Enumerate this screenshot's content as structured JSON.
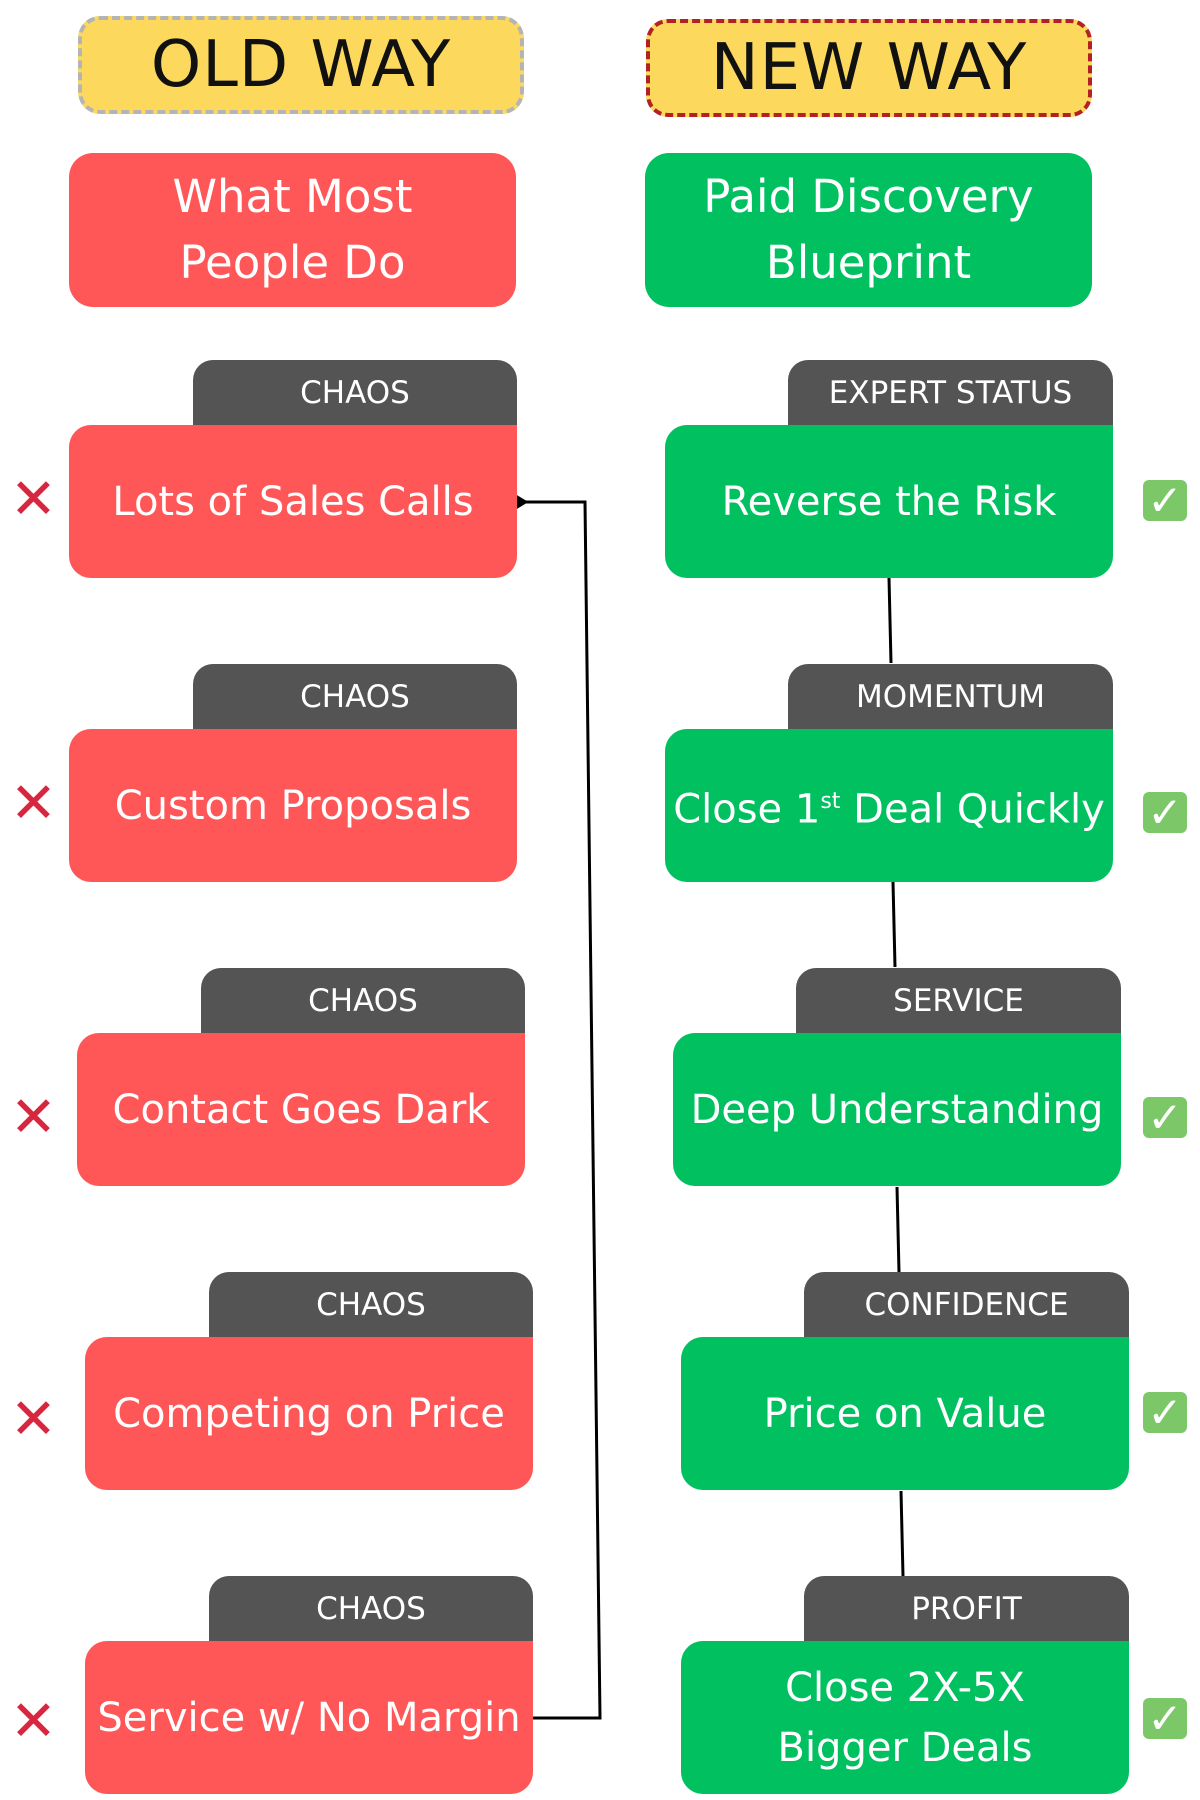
{
  "old": {
    "header": "OLD WAY",
    "title": "What Most\nPeople Do",
    "items": [
      {
        "tag": "CHAOS",
        "label": "Lots of Sales Calls"
      },
      {
        "tag": "CHAOS",
        "label": "Custom Proposals"
      },
      {
        "tag": "CHAOS",
        "label": "Contact Goes Dark"
      },
      {
        "tag": "CHAOS",
        "label": "Competing on Price"
      },
      {
        "tag": "CHAOS",
        "label": "Service w/ No Margin"
      }
    ],
    "marker": "✕"
  },
  "new": {
    "header": "NEW WAY",
    "title": "Paid Discovery\nBlueprint",
    "items": [
      {
        "tag": "EXPERT STATUS",
        "label": "Reverse the Risk"
      },
      {
        "tag": "MOMENTUM",
        "label_prefix": "Close 1",
        "label_sup": "st",
        "label_suffix": " Deal Quickly"
      },
      {
        "tag": "SERVICE",
        "label": "Deep Understanding"
      },
      {
        "tag": "CONFIDENCE",
        "label": "Price on Value"
      },
      {
        "tag": "PROFIT",
        "label": "Close 2X-5X\nBigger Deals"
      }
    ],
    "marker": "✓"
  },
  "colors": {
    "header_bg": "#fcd95c",
    "old_accent": "#ff5757",
    "new_accent": "#00c060",
    "tag_bg": "#545454",
    "x_mark": "#d7263d",
    "check_bg": "#7cc768"
  }
}
